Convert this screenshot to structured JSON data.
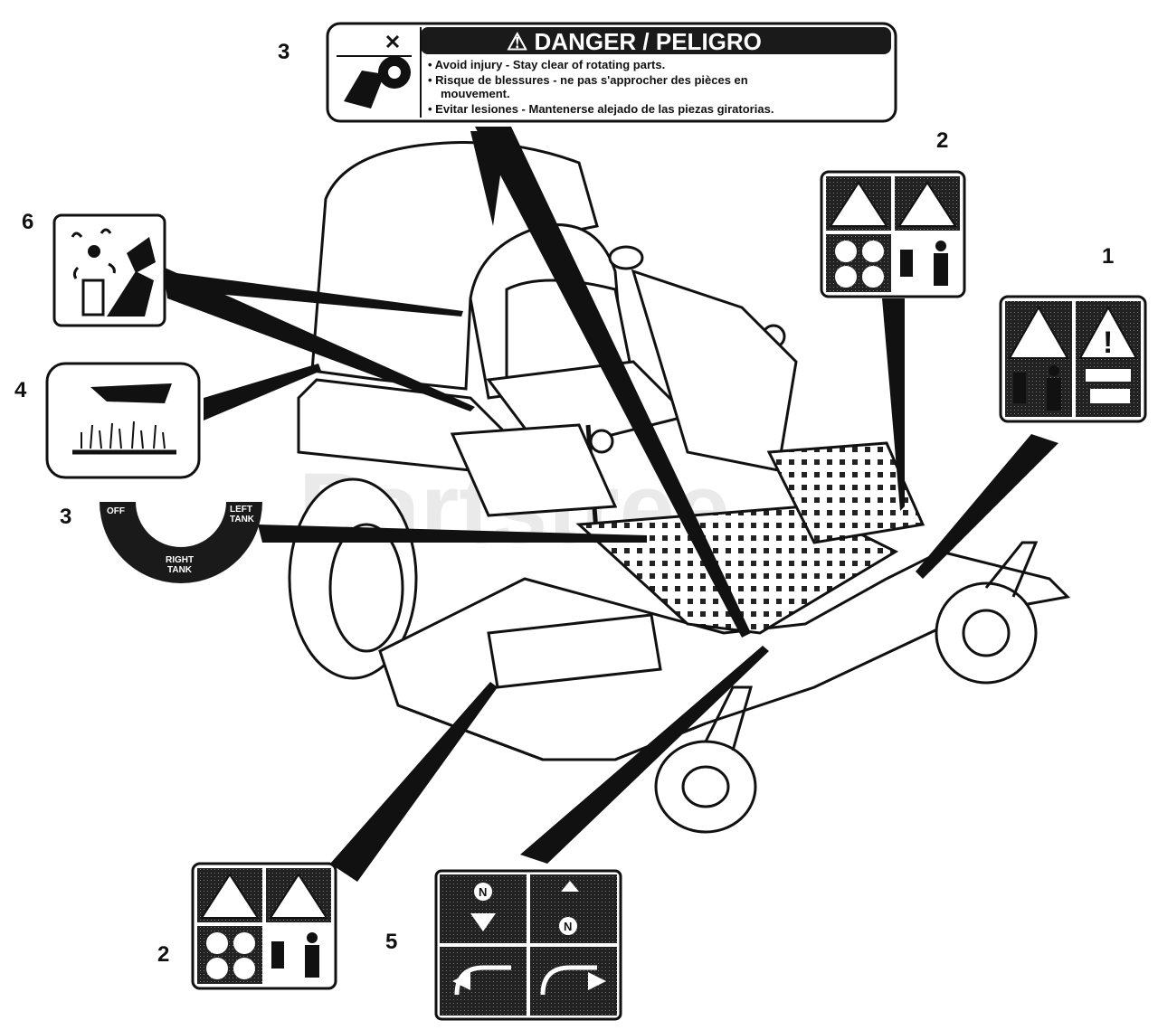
{
  "callouts": {
    "c1": "1",
    "c2_top": "2",
    "c2_bottom": "2",
    "c3_top": "3",
    "c3_mid": "3",
    "c4": "4",
    "c5": "5",
    "c6": "6"
  },
  "danger_decal": {
    "heading": "⚠ DANGER / PELIGRO",
    "line1": "• Avoid injury - Stay clear of rotating parts.",
    "line2": "• Risque de blessures - ne pas s'approcher des pièces en",
    "line2b": "mouvement.",
    "line3": "• Evitar lesiones - Mantenerse alejado de las piezas giratorias."
  },
  "tank_decal": {
    "off": "OFF",
    "left": "LEFT",
    "left2": "TANK",
    "right": "RIGHT",
    "right2": "TANK"
  },
  "watermark": "Partstree",
  "colors": {
    "ink": "#111111",
    "decal_dark": "#1a1a1a",
    "watermark": "#d9d9d9"
  }
}
